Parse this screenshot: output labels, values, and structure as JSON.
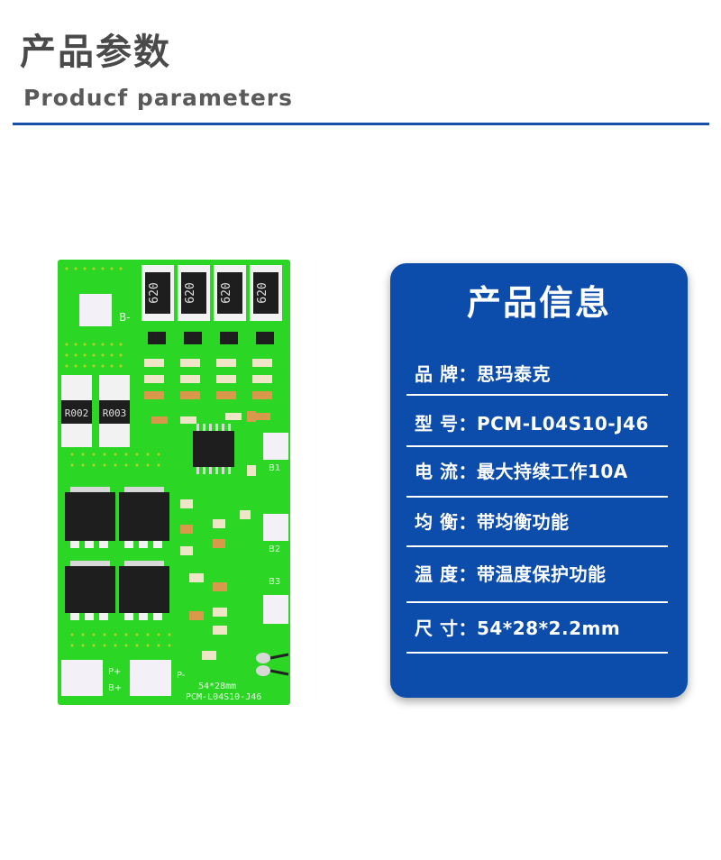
{
  "header": {
    "title_cn": "产品参数",
    "title_en": "Producf  parameters",
    "rule_color": "#1650a8"
  },
  "pcb": {
    "background_color": "#2cd624",
    "resistors_top": [
      "620",
      "620",
      "620",
      "620"
    ],
    "shunt_left": "R002",
    "shunt_right": "R003",
    "pad_labels": [
      "B-",
      "B1",
      "B2",
      "B3",
      "P+",
      "B+",
      "P-"
    ],
    "silkscreen_size": "54*28mm",
    "silkscreen_model": "PCM-L04S10-J46"
  },
  "info": {
    "title": "产品信息",
    "card_color": "#0c4cab",
    "rows": [
      {
        "label": "品 牌：",
        "value": "思玛泰克"
      },
      {
        "label": "型  号：",
        "value": "PCM-L04S10-J46"
      },
      {
        "label": "电   流：",
        "value": "最大持续工作10A"
      },
      {
        "label": "均   衡：",
        "value": "带均衡功能"
      },
      {
        "label": "温   度：",
        "value": "带温度保护功能"
      },
      {
        "label": "尺   寸：",
        "value": "54*28*2.2mm"
      }
    ]
  }
}
